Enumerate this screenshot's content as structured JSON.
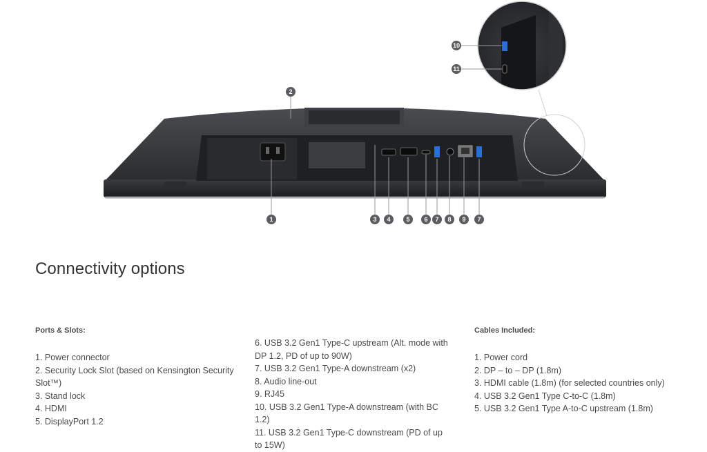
{
  "figure": {
    "callouts": [
      "1",
      "2",
      "3",
      "4",
      "5",
      "6",
      "7",
      "8",
      "9",
      "7",
      "10",
      "11"
    ]
  },
  "section": {
    "title": "Connectivity options"
  },
  "ports": {
    "heading": "Ports & Slots:",
    "items": [
      "1. Power connector",
      "2. Security Lock Slot (based on Kensington Security Slot™)",
      "3. Stand lock",
      "4. HDMI",
      "5. DisplayPort 1.2"
    ],
    "items_more": [
      "6. USB 3.2 Gen1 Type-C upstream (Alt. mode with DP 1.2, PD of up to 90W)",
      "7. USB 3.2 Gen1 Type-A downstream (x2)",
      "8. Audio line-out",
      "9. RJ45",
      "10. USB 3.2 Gen1 Type-A downstream (with BC 1.2)",
      "11. USB 3.2 Gen1 Type-C downstream (PD of up to 15W)"
    ]
  },
  "cables": {
    "heading": "Cables Included:",
    "items": [
      "1. Power cord",
      "2. DP – to – DP (1.8m)",
      "3. HDMI cable (1.8m) (for selected countries only)",
      "4. USB 3.2 Gen1 Type C-to-C (1.8m)",
      "5. USB 3.2 Gen1 Type A-to-C upstream (1.8m)"
    ]
  }
}
